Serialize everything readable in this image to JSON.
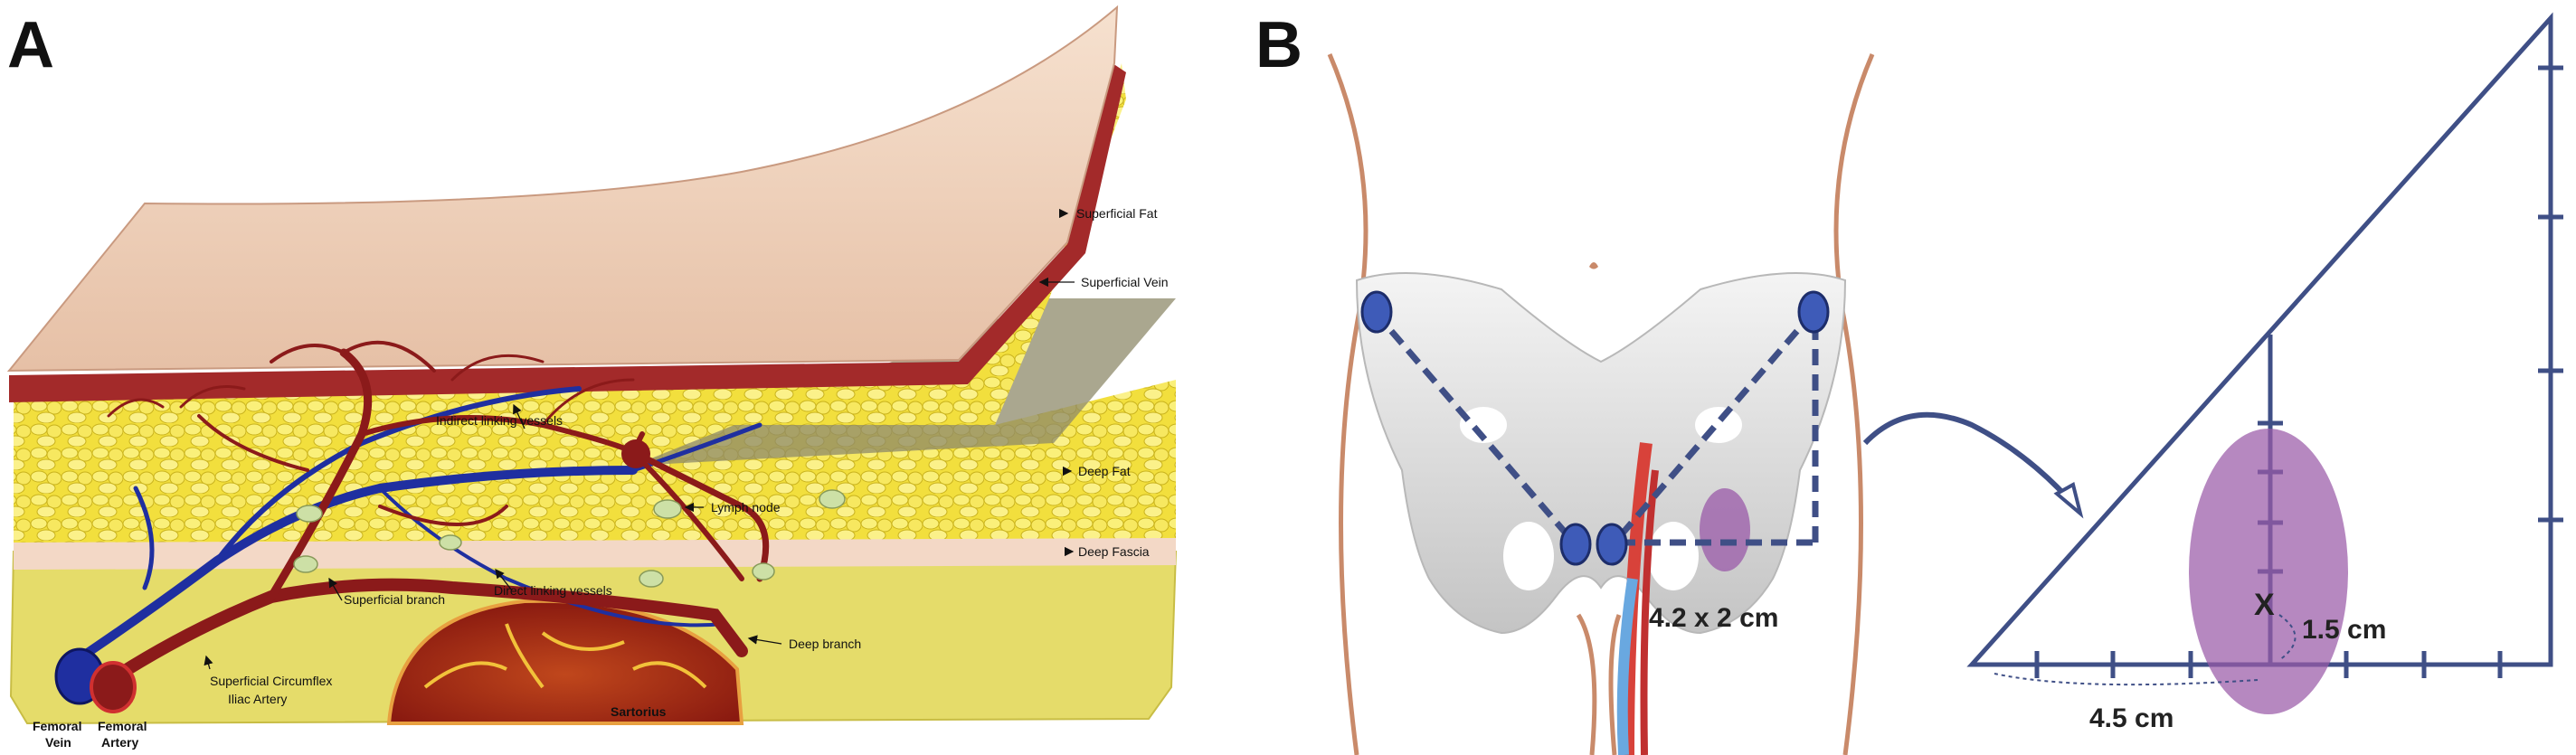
{
  "panel_a": {
    "letter": "A",
    "labels": {
      "superficial_fat": "Superficial Fat",
      "superficial_vein": "Superficial Vein",
      "indirect_linking": "Indirect linking vessels",
      "deep_fat": "Deep Fat",
      "lymph_node": "Lymph node",
      "deep_fascia": "Deep Fascia",
      "superficial_branch": "Superficial  branch",
      "direct_linking": "Direct linking vessels",
      "deep_branch": "Deep branch",
      "scia": "Superficial Circumflex",
      "scia2": "Iliac Artery",
      "sartorius": "Sartorius",
      "fem_vein": "Femoral",
      "fem_vein2": "Vein",
      "fem_artery": "Femoral",
      "fem_artery2": "Artery"
    }
  },
  "panel_b": {
    "letter": "B",
    "dimension_ellipse": "4.2 x 2 cm",
    "x_mark": "X",
    "dist_vertical": "1.5 cm",
    "dist_horizontal": "4.5 cm"
  },
  "colors": {
    "skin": "#efd2bc",
    "fat": "#f3e45a",
    "muscle_band": "#e8e07a",
    "artery": "#8b1a1a",
    "vein": "#1f2fa0",
    "dash": "#3f4f86",
    "node": "#3e5bb8",
    "purple": "#9a5aa8",
    "bone": "#c9c9c9"
  }
}
